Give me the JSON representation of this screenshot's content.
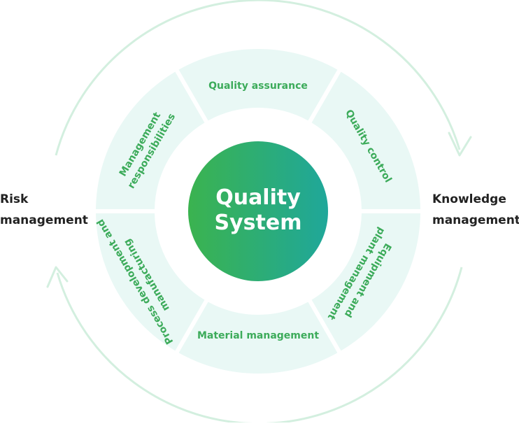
{
  "center": {
    "line1": "Quality",
    "line2": "System"
  },
  "segments": {
    "top": "Quality assurance",
    "right_top": "Quality control",
    "right_bottom_1": "Equipment and",
    "right_bottom_2": "plant management",
    "bottom": "Material management",
    "left_bottom_1": "Process development and",
    "left_bottom_2": "manufacturing",
    "left_top_1": "Management",
    "left_top_2": "responsibilities"
  },
  "side_labels": {
    "left": {
      "line1": "Risk",
      "line2": "management"
    },
    "right": {
      "line1": "Knowledge",
      "line2": "management"
    }
  },
  "colors": {
    "segment_fill": "#e9f8f5",
    "segment_text": "#3cab5a",
    "center_gradient_start": "#3bb34f",
    "center_gradient_end": "#1fa79a",
    "cycle_arrow": "#d3efdf",
    "side_text": "#222222"
  }
}
